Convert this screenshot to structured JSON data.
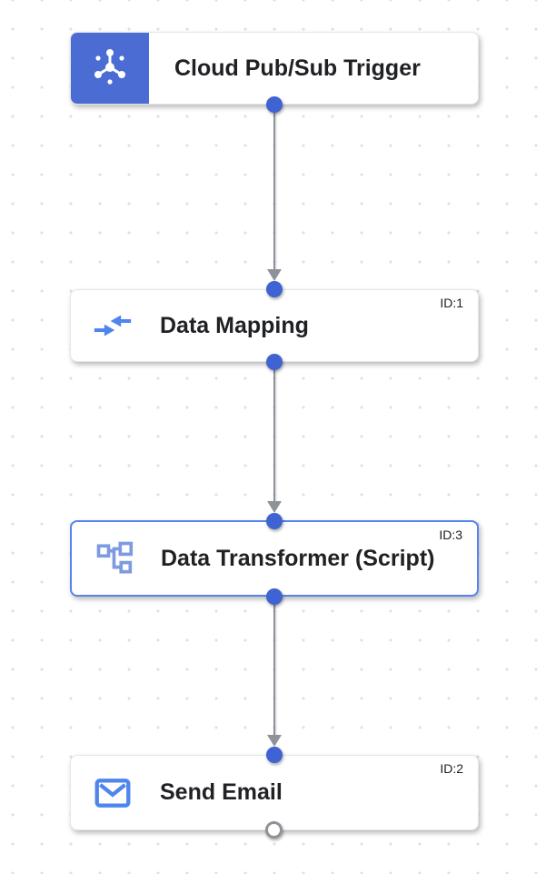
{
  "colors": {
    "trigger_header": "#4a6cd3",
    "connector_dot": "#3f63d3",
    "edge": "#8f9399",
    "selected_border": "#5485ec",
    "icon_blue": "#4f86ec",
    "transformer_icon_blue": "#7e9ae0",
    "title_text": "#202124",
    "id_text": "#202124",
    "grid_dot": "#e0e0e0"
  },
  "nodes": [
    {
      "title": "Cloud Pub/Sub Trigger",
      "id_label": "",
      "kind": "trigger",
      "icon": "pubsub-trigger-icon",
      "selected": false
    },
    {
      "title": "Data Mapping",
      "id_label": "ID:1",
      "kind": "task",
      "icon": "data-mapping-icon",
      "selected": false
    },
    {
      "title": "Data Transformer (Script)",
      "id_label": "ID:3",
      "kind": "task",
      "icon": "data-transformer-icon",
      "selected": true
    },
    {
      "title": "Send Email",
      "id_label": "ID:2",
      "kind": "task",
      "icon": "send-email-icon",
      "selected": false
    }
  ],
  "edges": [
    {
      "from": "Cloud Pub/Sub Trigger",
      "to": "Data Mapping"
    },
    {
      "from": "Data Mapping",
      "to": "Data Transformer (Script)"
    },
    {
      "from": "Data Transformer (Script)",
      "to": "Send Email"
    }
  ]
}
